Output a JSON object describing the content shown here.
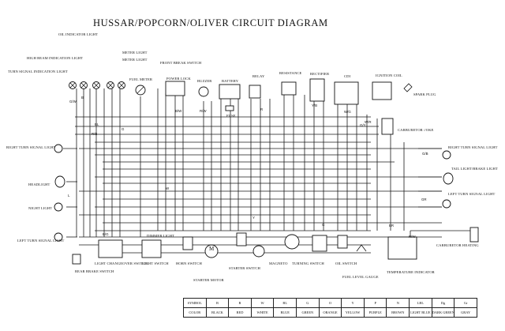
{
  "title": "HUSSAR/POPCORN/OLIVER CIRCUIT DIAGRAM",
  "components": {
    "oil_indicator_light": "OIL INDICATOR LIGHT",
    "high_beam_indication_light": "HIGH BEAM INDICATION LIGHT",
    "turn_signal_indication_light": "TURN SIGNAL INDICATION LIGHT",
    "meter_light_1": "METER LIGHT",
    "meter_light_2": "METER LIGHT",
    "fuel_meter": "FUEL METER",
    "front_break_switch": "FRONT BREAK SWITCH",
    "power_lock": "POWER LOCK",
    "buzzer": "BUZZER",
    "battery": "BATTERY",
    "relay": "RELAY",
    "resistance": "RESISTANCE",
    "rectifier": "RECTIFIER",
    "cdi": "CDI",
    "ignition_coil": "IGNITION COIL",
    "spark_plug": "SPARK PLUG",
    "carburetor": "CARBURETOR //OKE",
    "fuse": "FUSE",
    "right_turn_signal_light_left": "RIGHT TURN SIGNAL LIGHT",
    "headlight": "HEADLIGHT",
    "night_light": "NIGHT LIGHT",
    "left_turn_signal_light_left": "LEFT TURN SIGNAL LIGHT",
    "right_turn_signal_light_right": "RIGHT TURN SIGNAL LIGHT",
    "tail_light_brake_light": "TAIL LIGHT/BRAKE LIGHT",
    "left_turn_signal_light_right": "LEFT TURN SIGNAL LIGHT",
    "carburetor_heating": "CARBURETOR HEATING",
    "rear_brake_switch": "REAR BRAKE SWITCH",
    "light_changeover_switch": "LIGHT CHANGEOVER SWITCH",
    "light_switch": "LIGHT SWITCH",
    "horn_switch": "HORN SWITCH",
    "starter_motor": "STARTER MOTOR",
    "starter_switch": "STARTER SWITCH",
    "magneto": "MAGNETO",
    "turning_switch": "TURNING SWITCH",
    "oil_switch": "OIL SWITCH",
    "fuel_level_gauge": "FUEL LEVEL GAUGE",
    "temperature_indicator": "TEMPERATURE INDICATOR",
    "dimmer_light": "DIMMER LIGHT",
    "motor_symbol": "M"
  },
  "wire_labels": {
    "g_w_1": "G/W",
    "b_1": "B",
    "bl": "BL",
    "r_b": "R/B",
    "g_1": "G",
    "b_w": "B/W",
    "r_w": "R/W",
    "y_b": "Y/B",
    "w_g": "W/G",
    "g_y": "G/Y",
    "w_r": "W/R",
    "r_2": "R",
    "g_b": "G/B",
    "gr": "GR",
    "br": "BR",
    "g_2": "G",
    "w_1": "W",
    "l_1": "L",
    "y_1": "Y",
    "b_g": "B/G",
    "r_3": "R/W"
  },
  "legend": {
    "symbol_header": "SYMBOL",
    "color_header": "COLOR",
    "symbols": [
      "B",
      "R",
      "W",
      "BL",
      "G",
      "O",
      "Y",
      "P",
      "N",
      "LBL",
      "Dg",
      "Gr"
    ],
    "colors": [
      "BLACK",
      "RED",
      "WHITE",
      "BLUE",
      "GREEN",
      "ORANGE",
      "YELLOW",
      "PURPLE",
      "BROWN",
      "LIGHT BLUE",
      "DARK GREEN",
      "GRAY"
    ]
  }
}
